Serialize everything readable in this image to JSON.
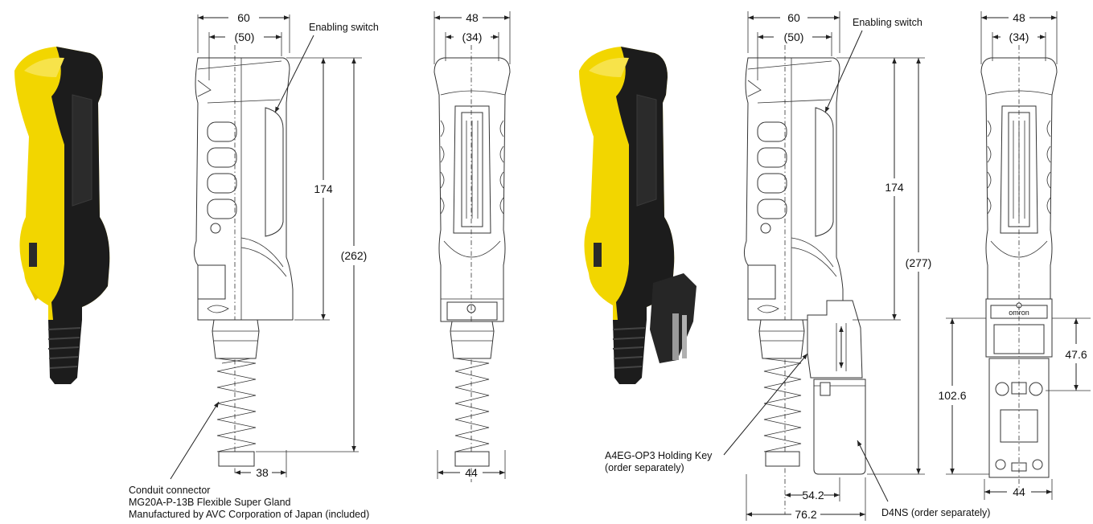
{
  "colors": {
    "housing_yellow": "#f2d600",
    "housing_black": "#1c1c1c",
    "outline": "#333333"
  },
  "left": {
    "dim_width_top": "60",
    "dim_width_inner": "(50)",
    "dim_height_main": "174",
    "dim_height_total": "(262)",
    "dim_bottom_offset": "38",
    "label_enabling_switch": "Enabling switch",
    "label_conduit_1": "Conduit connector",
    "label_conduit_2": "MG20A-P-13B Flexible Super Gland",
    "label_conduit_3": "Manufactured by AVC Corporation of Japan (included)",
    "front_dim_top": "48",
    "front_dim_inner": "(34)",
    "front_dim_bottom": "44"
  },
  "right": {
    "dim_width_top": "60",
    "dim_width_inner": "(50)",
    "dim_height_main": "174",
    "dim_height_total": "(277)",
    "dim_offset_1": "54.2",
    "dim_offset_2": "76.2",
    "label_enabling_switch": "Enabling switch",
    "label_holding_key_1": "A4EG-OP3 Holding Key",
    "label_holding_key_2": "(order separately)",
    "label_d4ns": "D4NS (order separately)",
    "front_dim_top": "48",
    "front_dim_inner": "(34)",
    "front_dim_bottom": "44",
    "front_dim_height_1": "102.6",
    "front_dim_height_2": "47.6",
    "logo_text": "omron"
  }
}
